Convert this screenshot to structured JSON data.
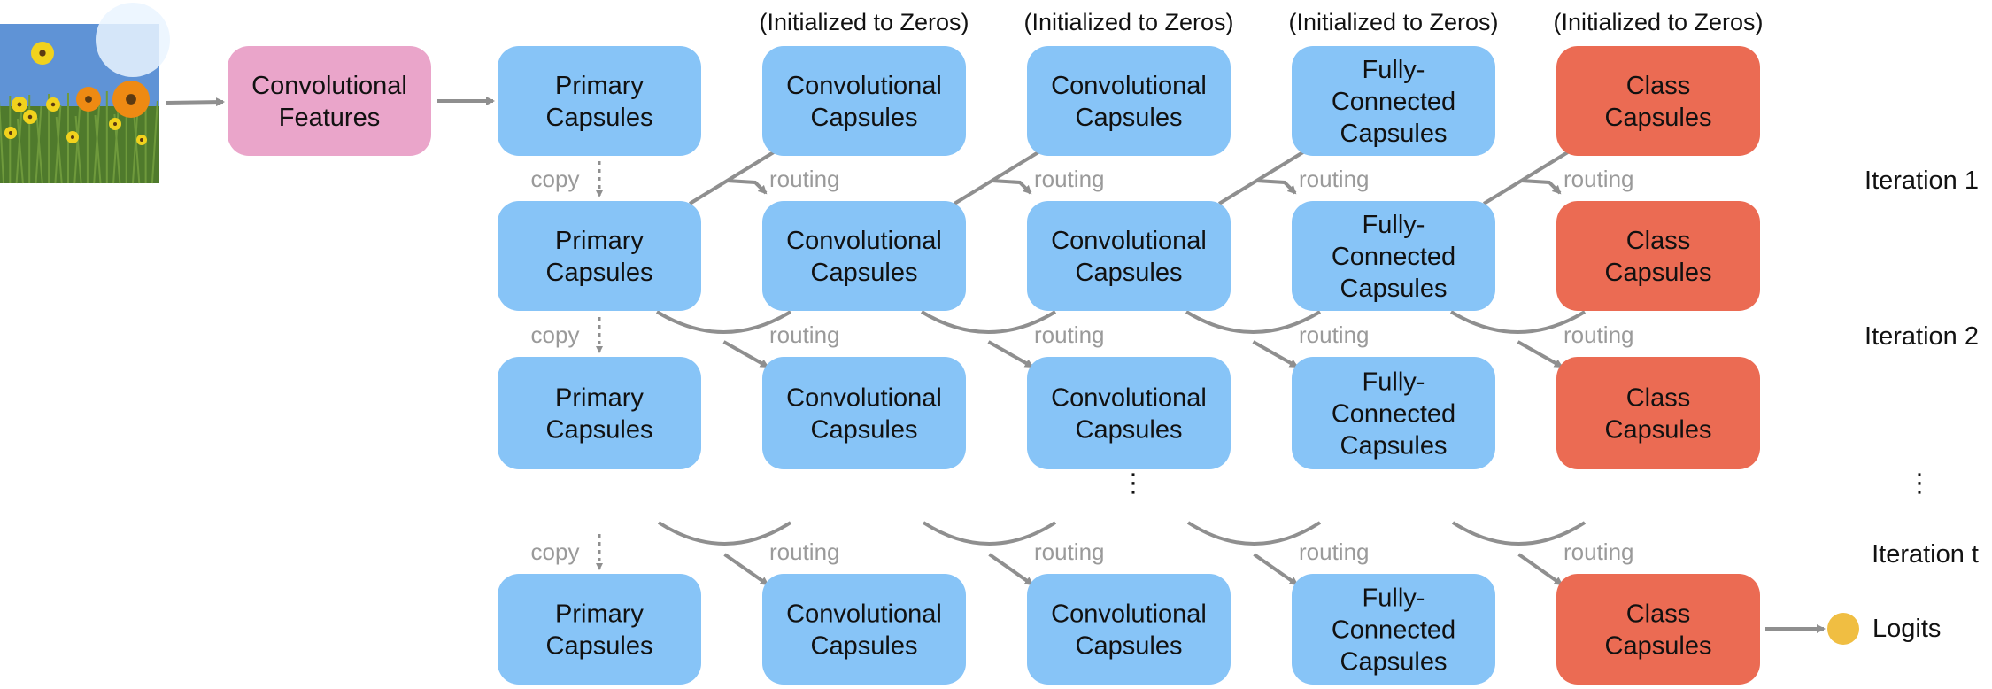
{
  "colors": {
    "features_box": "#EAA5CA",
    "capsule_box": "#87C4F7",
    "class_box": "#EB6B53",
    "connector": "#8f8f8f",
    "logits_dot": "#F0BE42",
    "image_sky": "#5f93d6",
    "image_grass": "#4f7a2c",
    "image_flower_yellow": "#f1d21d",
    "image_flower_orange": "#ee8a13"
  },
  "input_image": {
    "icon": "flower-field-photo-icon"
  },
  "features": {
    "label": [
      "Convolutional",
      "Features"
    ]
  },
  "header": {
    "label": "(Initialized to Zeros)"
  },
  "columns": {
    "primary": [
      "Primary",
      "Capsules"
    ],
    "conv1": [
      "Convolutional",
      "Capsules"
    ],
    "conv2": [
      "Convolutional",
      "Capsules"
    ],
    "fc": [
      "Fully-",
      "Connected",
      "Capsules"
    ],
    "class": [
      "Class",
      "Capsules"
    ]
  },
  "edge_labels": {
    "copy": "copy",
    "routing": "routing"
  },
  "iterations": [
    "Iteration 1",
    "Iteration 2",
    "Iteration t"
  ],
  "ellipsis": "⋮",
  "output": {
    "label": "Logits"
  }
}
